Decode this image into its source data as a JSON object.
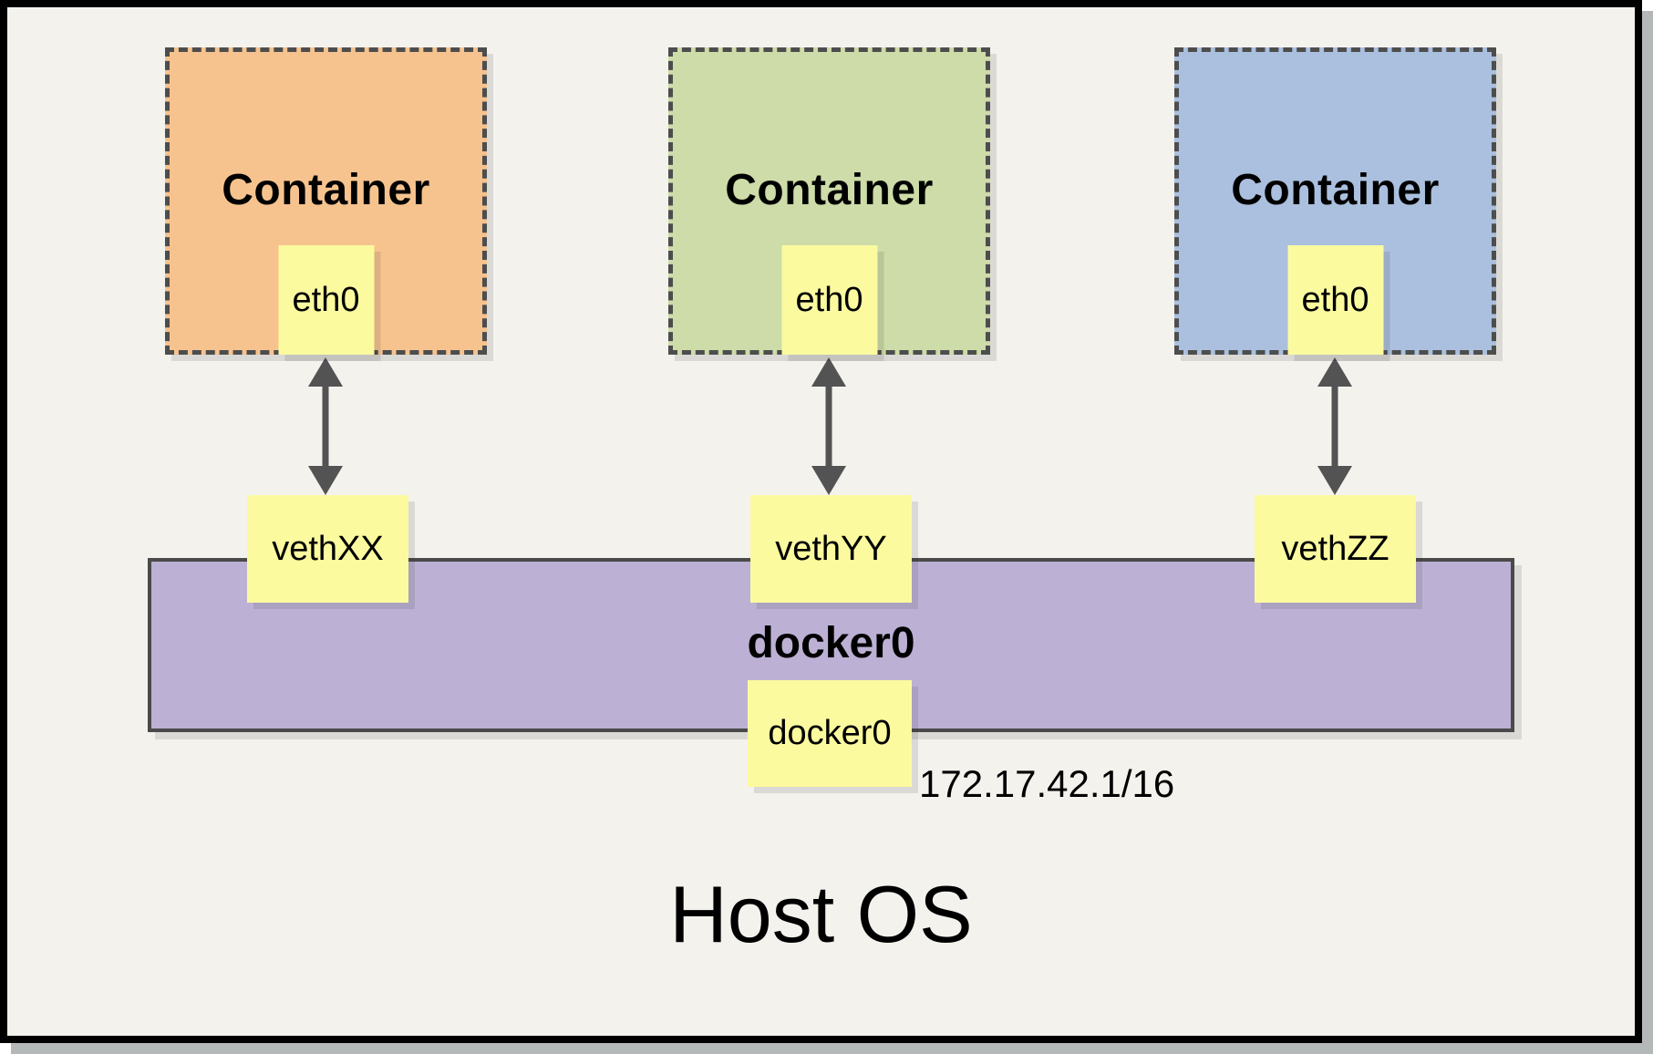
{
  "containers": [
    {
      "title": "Container",
      "interface_label": "eth0",
      "veth_label": "vethXX",
      "fill": "#F6C38F"
    },
    {
      "title": "Container",
      "interface_label": "eth0",
      "veth_label": "vethYY",
      "fill": "#CDDCA8"
    },
    {
      "title": "Container",
      "interface_label": "eth0",
      "veth_label": "vethZZ",
      "fill": "#AAC0DE"
    }
  ],
  "bridge": {
    "title": "docker0",
    "interface_label": "docker0",
    "ip": "172.17.42.1/16",
    "fill": "#BCB1D4"
  },
  "host": {
    "title": "Host OS"
  },
  "palette": {
    "background": "#F4F2ED",
    "note_fill": "#FBFA9F",
    "dash_border": "#4D4D4D",
    "arrow": "#535353",
    "frame_border": "#000000"
  }
}
